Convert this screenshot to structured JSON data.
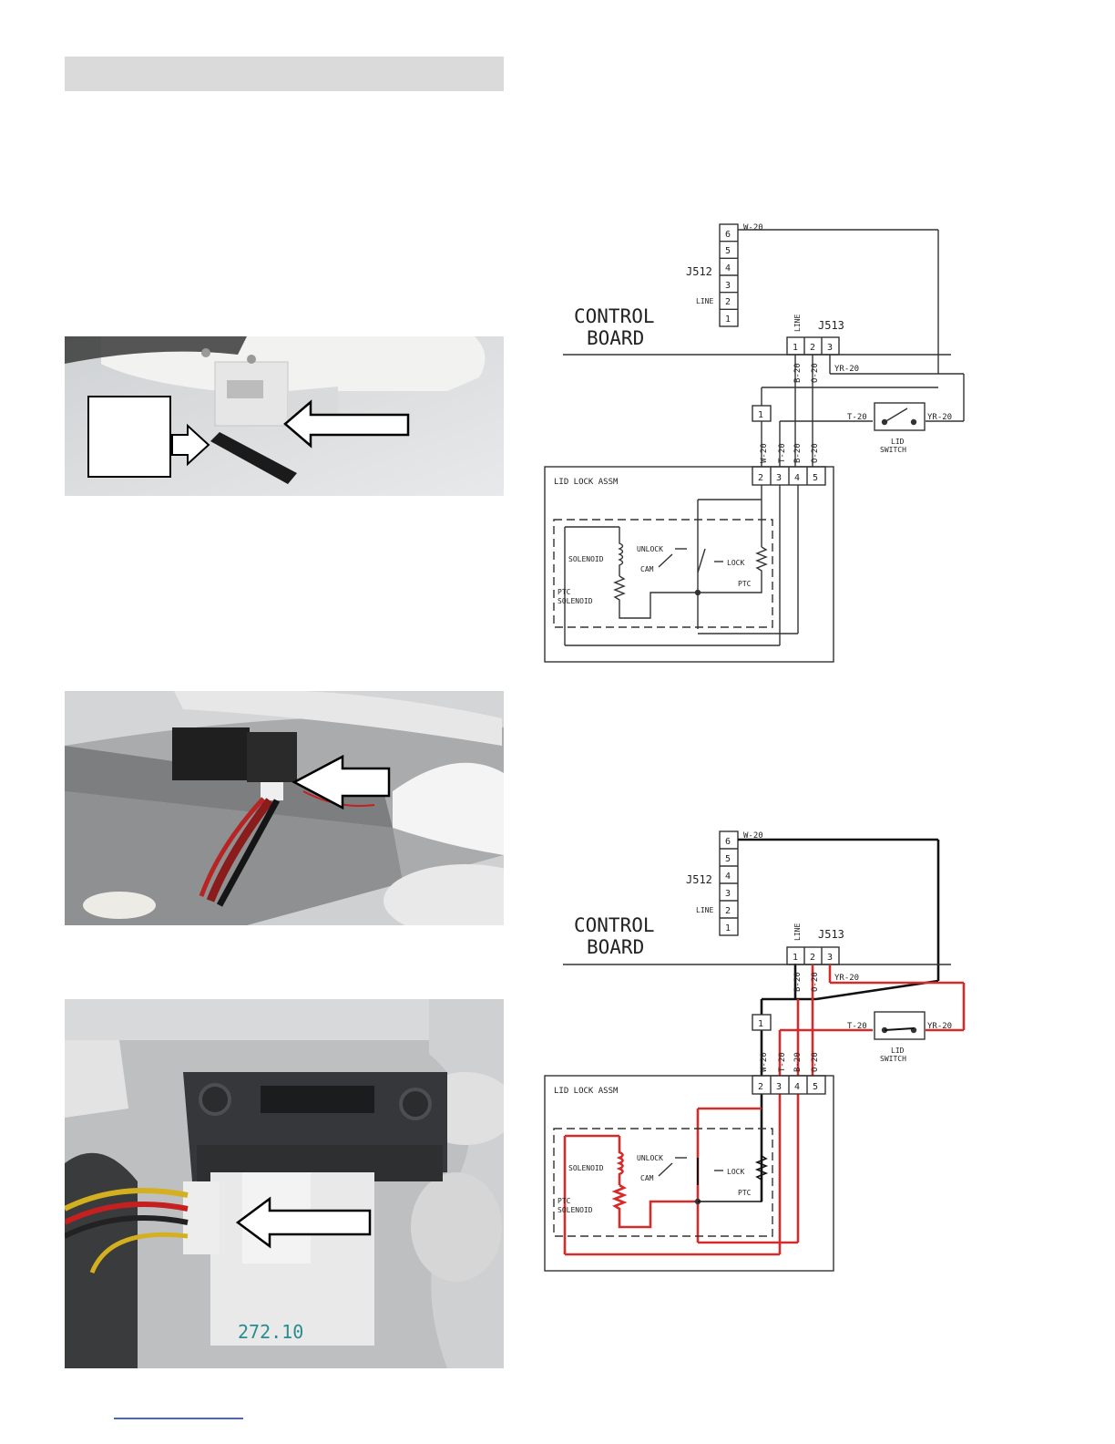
{
  "section_header": "",
  "photo3": {
    "part_label": "272.10"
  },
  "diagram": {
    "control_board": [
      "CONTROL",
      "BOARD"
    ],
    "j512": "J512",
    "j513": "J513",
    "line": "LINE",
    "j512_pins": [
      "6",
      "5",
      "4",
      "3",
      "2",
      "1"
    ],
    "j513_pins": [
      "1",
      "2",
      "3"
    ],
    "lock_pins": [
      "2",
      "3",
      "4",
      "5"
    ],
    "inline_connector": "1",
    "wires": [
      "W-20",
      "T-20",
      "B-20",
      "O-20",
      "YR-20"
    ],
    "lid_switch": [
      "LID",
      "SWITCH"
    ],
    "lid_lock_assm": "LID LOCK ASSM",
    "solenoid": "SOLENOID",
    "ptc_solenoid": [
      "PTC",
      "SOLENOID"
    ],
    "unlock": "UNLOCK",
    "cam": "CAM",
    "lock": "LOCK",
    "ptc": "PTC"
  },
  "colors": {
    "highlight_wire": "#d42b2b",
    "header_bar": "#dadada",
    "link": "#4a63c9"
  }
}
